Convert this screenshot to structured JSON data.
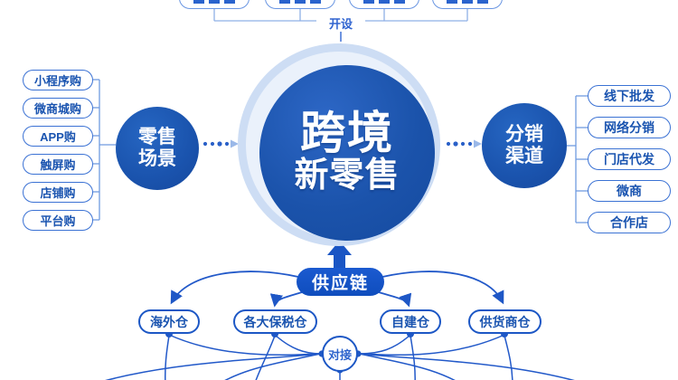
{
  "palette": {
    "primary_blue": "#1a53ad",
    "deep_blue": "#1150c4",
    "line_blue": "#2259c9",
    "light_line_blue": "#7aa0e0",
    "pale_arrow_blue": "#9ab8e8",
    "pill_text_blue": "#1a54b0",
    "background": "#ffffff"
  },
  "top": {
    "pills": [
      {
        "label": ""
      },
      {
        "label": ""
      },
      {
        "label": ""
      },
      {
        "label": ""
      }
    ],
    "connector_label": "开设"
  },
  "center": {
    "line1": "跨境",
    "line2": "新零售"
  },
  "left_group": {
    "hub": {
      "line1": "零售",
      "line2": "场景"
    },
    "items": [
      "小程序购",
      "微商城购",
      "APP购",
      "触屏购",
      "店铺购",
      "平台购"
    ]
  },
  "right_group": {
    "hub": {
      "line1": "分销",
      "line2": "渠道"
    },
    "items": [
      "线下批发",
      "网络分销",
      "门店代发",
      "微商",
      "合作店"
    ]
  },
  "bottom": {
    "supply_chain_label": "供应链",
    "warehouses": [
      "海外仓",
      "各大保税仓",
      "自建仓",
      "供货商仓"
    ],
    "dock_label": "对接"
  }
}
